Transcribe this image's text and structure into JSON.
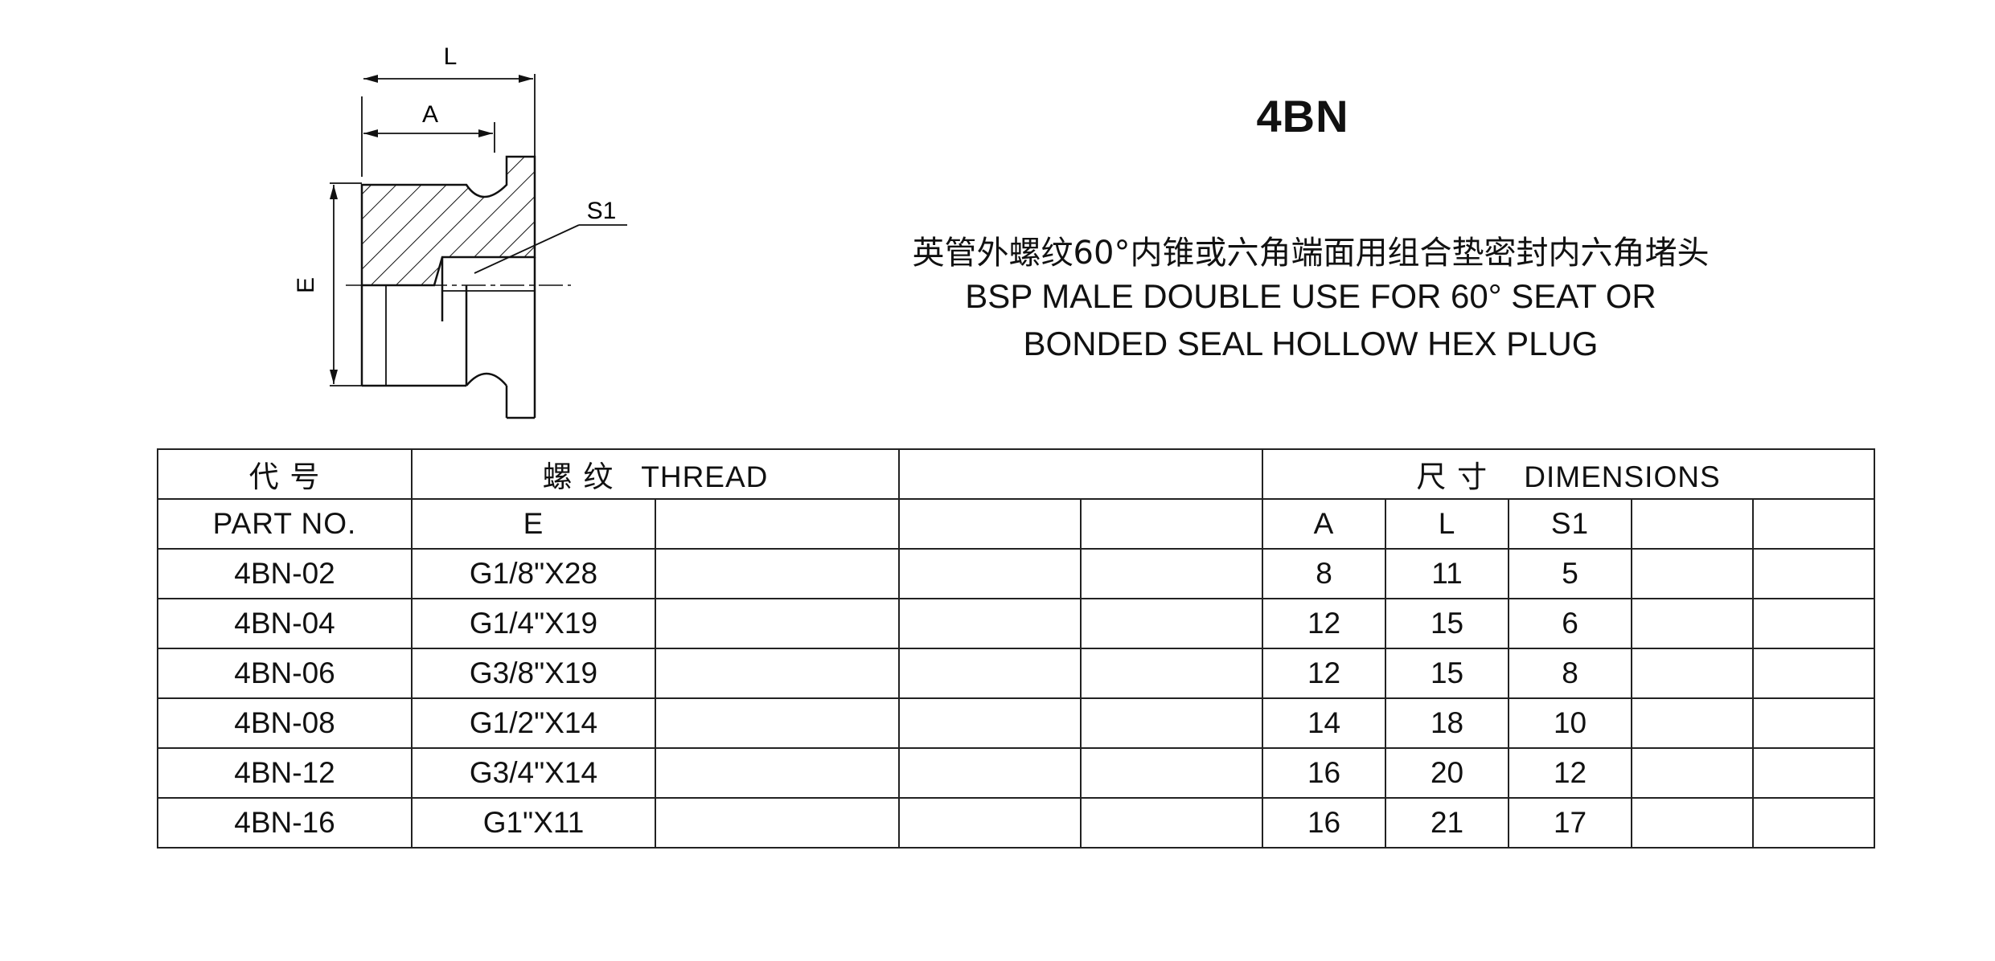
{
  "drawing": {
    "dim_L": "L",
    "dim_A": "A",
    "dim_E": "E",
    "dim_S1": "S1"
  },
  "title": "4BN",
  "subtitle_cn": "英管外螺纹60°内锥或六角端面用组合垫密封内六角堵头",
  "subtitle_en_line1": "BSP MALE DOUBLE USE FOR 60°  SEAT OR",
  "subtitle_en_line2": "BONDED SEAL HOLLOW HEX PLUG",
  "table": {
    "header": {
      "part_cn": "代 号",
      "part_en": "PART NO.",
      "thread_cn": "螺 纹",
      "thread_en": "THREAD",
      "thread_sub": "E",
      "dims_cn": "尺 寸",
      "dims_en": "DIMENSIONS",
      "dim_cols": [
        "A",
        "L",
        "S1"
      ]
    },
    "rows": [
      {
        "part": "4BN-02",
        "thread": "G1/8\"X28",
        "A": "8",
        "L": "11",
        "S1": "5"
      },
      {
        "part": "4BN-04",
        "thread": "G1/4\"X19",
        "A": "12",
        "L": "15",
        "S1": "6"
      },
      {
        "part": "4BN-06",
        "thread": "G3/8\"X19",
        "A": "12",
        "L": "15",
        "S1": "8"
      },
      {
        "part": "4BN-08",
        "thread": "G1/2\"X14",
        "A": "14",
        "L": "18",
        "S1": "10"
      },
      {
        "part": "4BN-12",
        "thread": "G3/4\"X14",
        "A": "16",
        "L": "20",
        "S1": "12"
      },
      {
        "part": "4BN-16",
        "thread": "G1\"X11",
        "A": "16",
        "L": "21",
        "S1": "17"
      }
    ]
  }
}
